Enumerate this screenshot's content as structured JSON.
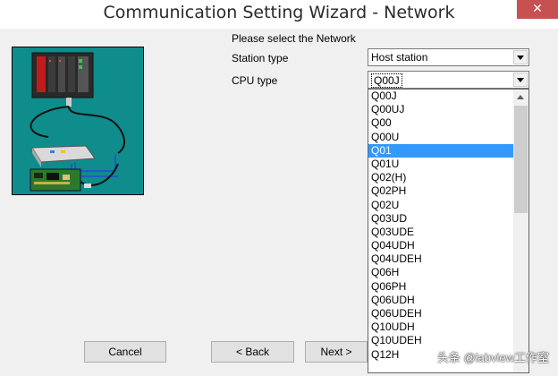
{
  "window": {
    "title": "Communication Setting Wizard - Network",
    "close_glyph": "✕"
  },
  "prompt": "Please select the Network",
  "fields": {
    "station_type": {
      "label": "Station type",
      "value": "Host station"
    },
    "cpu_type": {
      "label": "CPU type",
      "value": "Q00J"
    }
  },
  "cpu_list": {
    "items": [
      "Q00J",
      "Q00UJ",
      "Q00",
      "Q00U",
      "Q01",
      "Q01U",
      "Q02(H)",
      "Q02PH",
      "Q02U",
      "Q03UD",
      "Q03UDE",
      "Q04UDH",
      "Q04UDEH",
      "Q06H",
      "Q06PH",
      "Q06UDH",
      "Q06UDEH",
      "Q10UDH",
      "Q10UDEH",
      "Q12H"
    ],
    "selected": "Q01"
  },
  "buttons": {
    "cancel": "Cancel",
    "back": "< Back",
    "next": "Next >"
  },
  "watermark": "头条 @labview工作室",
  "colors": {
    "picture_bg": "#0f8c8c",
    "selection": "#3399ff",
    "close": "#c75050"
  }
}
